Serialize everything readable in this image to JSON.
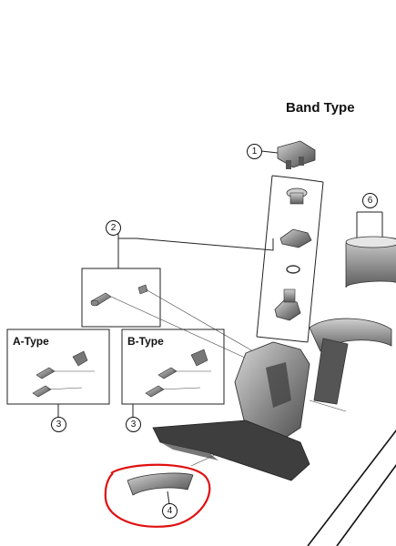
{
  "title": "Band Type",
  "boxes": {
    "a_type": "A-Type",
    "b_type": "B-Type"
  },
  "callouts": [
    "1",
    "2",
    "3",
    "3",
    "4",
    "6"
  ],
  "highlight": {
    "color": "#e01010",
    "target_callout": "4"
  },
  "colors": {
    "part_dark": "#5a5a5a",
    "part_mid": "#8a8a8a",
    "part_light": "#c4c4c4",
    "line": "#222222"
  }
}
